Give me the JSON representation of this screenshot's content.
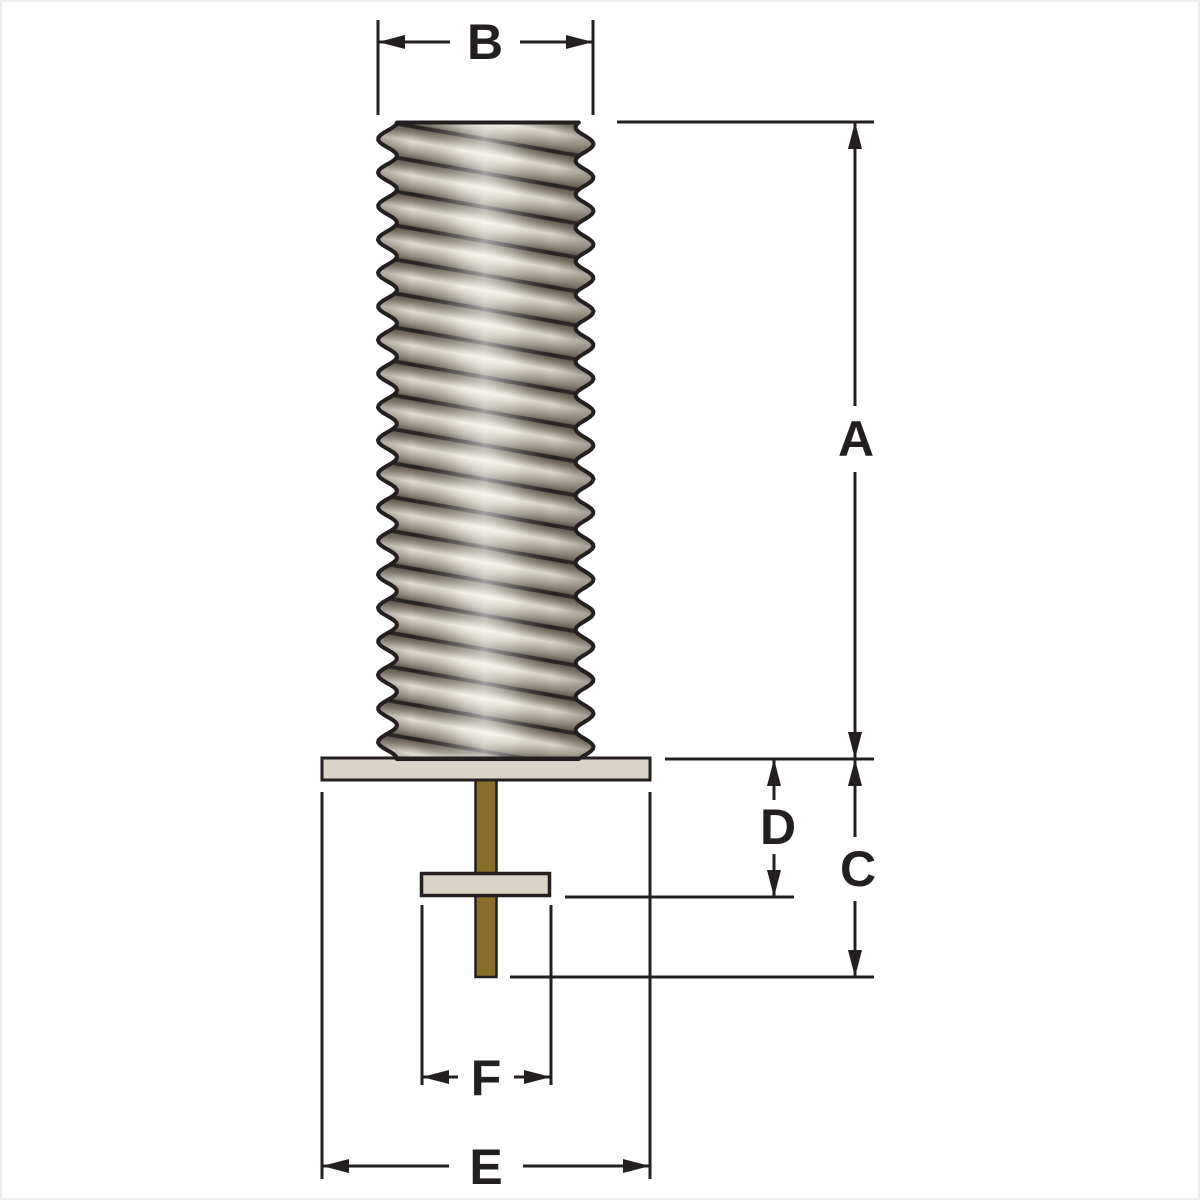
{
  "diagram": {
    "type": "technical-dimension-drawing",
    "subject": "threaded stud with flange plate, washer disc and center pin",
    "labels": {
      "A": "A",
      "B": "B",
      "C": "C",
      "D": "D",
      "E": "E",
      "F": "F"
    }
  },
  "colors": {
    "ink": "#231f20",
    "flange_fill": "#d8d3c6",
    "pin_fill": "#8a6d2b",
    "thread_dark": "#6b6456",
    "thread_light": "#ebe8de",
    "background": "#ffffff",
    "border": "#ececec"
  }
}
